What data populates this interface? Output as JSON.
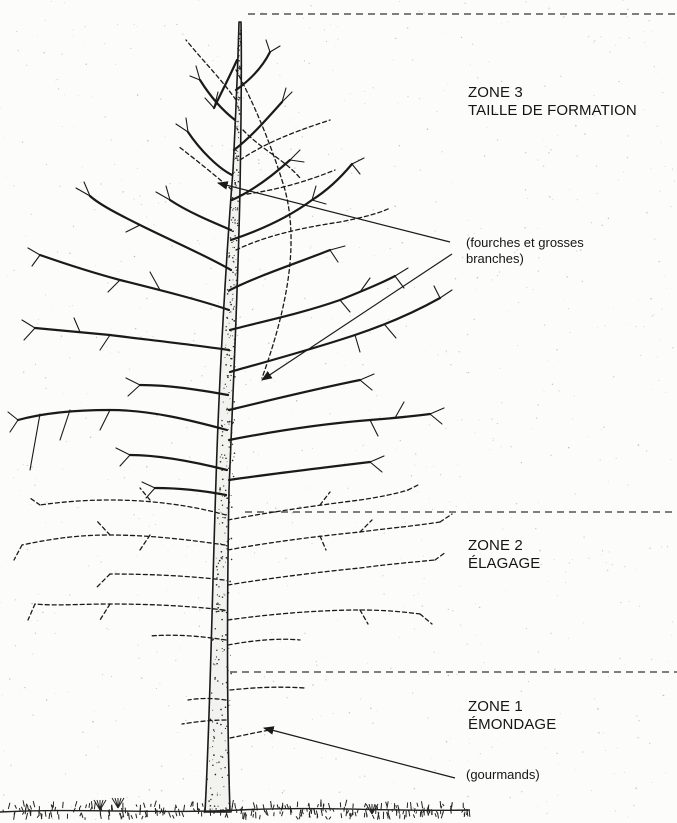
{
  "zones": [
    {
      "line1": "ZONE 3",
      "line2": "TAILLE DE FORMATION"
    },
    {
      "line1": "ZONE 2",
      "line2": "ÉLAGAGE"
    },
    {
      "line1": "ZONE 1",
      "line2": "ÉMONDAGE"
    }
  ],
  "annotations": {
    "forks": {
      "line1": "(fourches et grosses",
      "line2": "branches)"
    },
    "suckers": {
      "line1": "(gourmands)"
    }
  },
  "colors": {
    "ink": "#1a1a1a",
    "paper": "#fcfcfa",
    "speckle": "#9a9a9a"
  },
  "icons": [
    "tree-illustration",
    "arrow-icon",
    "grass-ground"
  ]
}
